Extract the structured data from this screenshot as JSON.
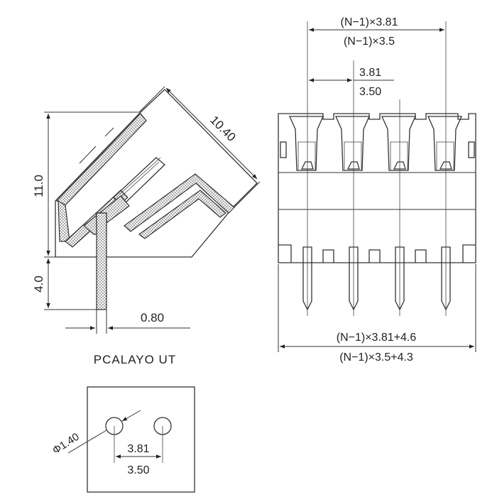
{
  "side_view": {
    "width_label": "10.40",
    "height_label": "11.0",
    "pin_length_label": "4.0",
    "pin_width_label": "0.80"
  },
  "front_view": {
    "top_pitch_a": "(N−1)×3.81",
    "top_pitch_b": "(N−1)×3.5",
    "pitch_a": "3.81",
    "pitch_b": "3.50",
    "bottom_width_a": "(N−1)×3.81+4.6",
    "bottom_width_b": "(N−1)×3.5+4.3"
  },
  "pcb_layout": {
    "title": "PCALAYO UT",
    "hole_diameter_label": "Φ1.40",
    "pitch_a": "3.81",
    "pitch_b": "3.50"
  }
}
